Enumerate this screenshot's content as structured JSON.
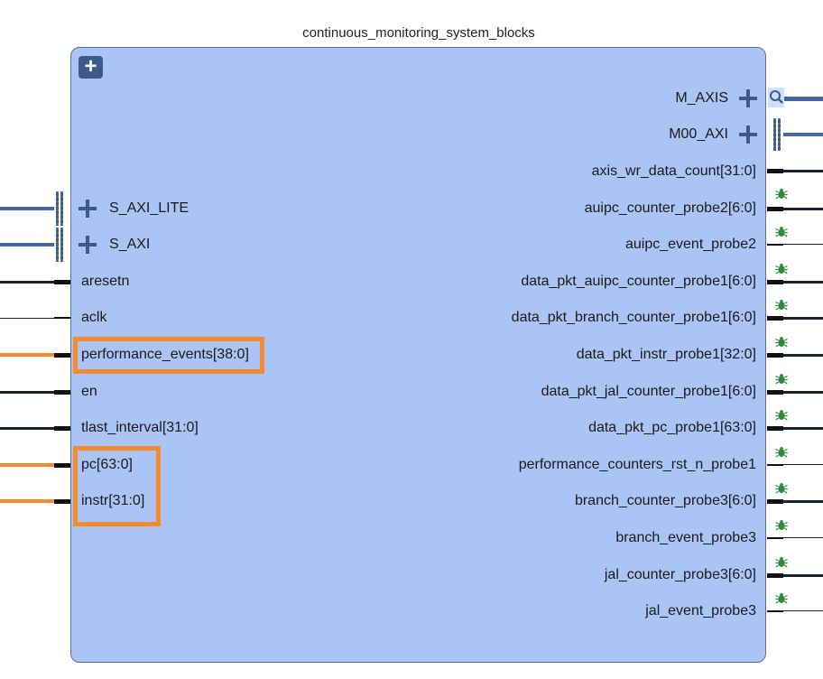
{
  "block": {
    "title": "continuous_monitoring_system_blocks",
    "expand_symbol": "+"
  },
  "left_ports": [
    {
      "id": "s-axi-lite",
      "label": "S_AXI_LITE",
      "kind": "interface"
    },
    {
      "id": "s-axi",
      "label": "S_AXI",
      "kind": "interface"
    },
    {
      "id": "aresetn",
      "label": "aresetn",
      "kind": "signal"
    },
    {
      "id": "aclk",
      "label": "aclk",
      "kind": "signal"
    },
    {
      "id": "performance-events",
      "label": "performance_events[38:0]",
      "kind": "bus",
      "highlighted": true
    },
    {
      "id": "en",
      "label": "en",
      "kind": "signal"
    },
    {
      "id": "tlast-interval",
      "label": "tlast_interval[31:0]",
      "kind": "bus"
    },
    {
      "id": "pc",
      "label": "pc[63:0]",
      "kind": "bus",
      "highlighted": true
    },
    {
      "id": "instr",
      "label": "instr[31:0]",
      "kind": "bus",
      "highlighted": true
    }
  ],
  "right_ports": [
    {
      "id": "m-axis",
      "label": "M_AXIS",
      "kind": "interface",
      "marker": "magnifier-icon"
    },
    {
      "id": "m00-axi",
      "label": "M00_AXI",
      "kind": "interface"
    },
    {
      "id": "axis-wr-data-count",
      "label": "axis_wr_data_count[31:0]",
      "kind": "bus"
    },
    {
      "id": "auipc-counter-probe2",
      "label": "auipc_counter_probe2[6:0]",
      "kind": "bus",
      "marker": "debug-bug-icon"
    },
    {
      "id": "auipc-event-probe2",
      "label": "auipc_event_probe2",
      "kind": "signal",
      "marker": "debug-bug-icon"
    },
    {
      "id": "data-pkt-auipc-counter-probe1",
      "label": "data_pkt_auipc_counter_probe1[6:0]",
      "kind": "bus",
      "marker": "debug-bug-icon"
    },
    {
      "id": "data-pkt-branch-counter-probe1",
      "label": "data_pkt_branch_counter_probe1[6:0]",
      "kind": "bus",
      "marker": "debug-bug-icon"
    },
    {
      "id": "data-pkt-instr-probe1",
      "label": "data_pkt_instr_probe1[32:0]",
      "kind": "bus",
      "marker": "debug-bug-icon"
    },
    {
      "id": "data-pkt-jal-counter-probe1",
      "label": "data_pkt_jal_counter_probe1[6:0]",
      "kind": "bus",
      "marker": "debug-bug-icon"
    },
    {
      "id": "data-pkt-pc-probe1",
      "label": "data_pkt_pc_probe1[63:0]",
      "kind": "bus",
      "marker": "debug-bug-icon"
    },
    {
      "id": "performance-counters-rst-n-probe1",
      "label": "performance_counters_rst_n_probe1",
      "kind": "signal",
      "marker": "debug-bug-icon"
    },
    {
      "id": "branch-counter-probe3",
      "label": "branch_counter_probe3[6:0]",
      "kind": "bus",
      "marker": "debug-bug-icon"
    },
    {
      "id": "branch-event-probe3",
      "label": "branch_event_probe3",
      "kind": "signal",
      "marker": "debug-bug-icon"
    },
    {
      "id": "jal-counter-probe3",
      "label": "jal_counter_probe3[6:0]",
      "kind": "bus",
      "marker": "debug-bug-icon"
    },
    {
      "id": "jal-event-probe3",
      "label": "jal_event_probe3",
      "kind": "signal",
      "marker": "debug-bug-icon"
    }
  ],
  "colors": {
    "block_fill": "#a9c4f5",
    "interface_wire": "#4566a0",
    "highlight": "#f7892e",
    "bus_wire": "#1c2433",
    "bug": "#2e8b3a"
  }
}
